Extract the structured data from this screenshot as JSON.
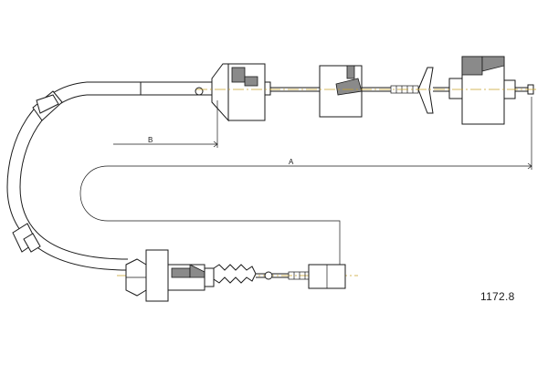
{
  "dimensions": {
    "dim_a_label": "A",
    "dim_b_label": "B"
  },
  "part_number": "1172.8"
}
